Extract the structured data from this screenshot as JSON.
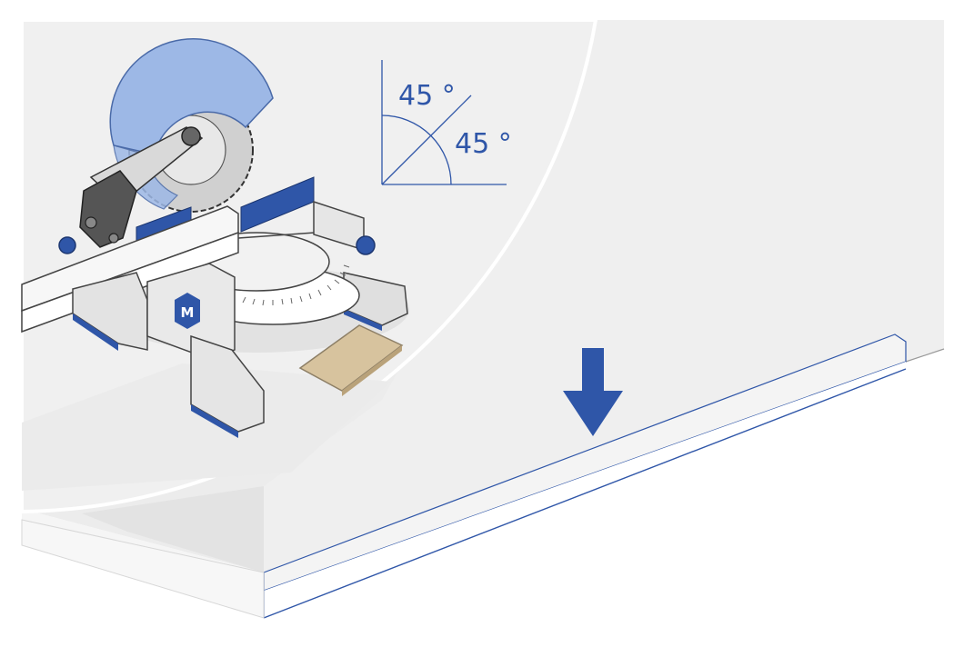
{
  "angle_diagram": {
    "label_top": "45 °",
    "label_right": "45 °"
  },
  "saw": {
    "brand_glyph": "M"
  },
  "arrow": {
    "icon": "arrow-down-icon",
    "direction": "down"
  },
  "colors": {
    "accent_blue": "#2f56a8",
    "blade_blue": "#9db8e6",
    "wall": "#ebebeb",
    "background": "#ffffff",
    "wood": "#d7c39e"
  }
}
